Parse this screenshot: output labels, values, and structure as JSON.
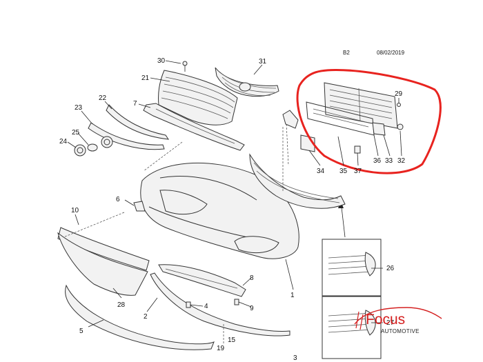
{
  "header": {
    "code": "B2",
    "date": "08/02/2019"
  },
  "callouts": [
    "1",
    "2",
    "3",
    "4",
    "5",
    "6",
    "7",
    "8",
    "9",
    "10",
    "15",
    "19",
    "21",
    "22",
    "23",
    "24",
    "25",
    "26",
    "27",
    "28",
    "29",
    "30",
    "31",
    "32",
    "33",
    "34",
    "35",
    "36",
    "37"
  ],
  "highlight": {
    "color": "#e8231f"
  },
  "logo": {
    "name": "Focus",
    "tagline": "AUTOMOTIVE",
    "color": "#d42020",
    "icon": "car-silhouette-icon"
  }
}
